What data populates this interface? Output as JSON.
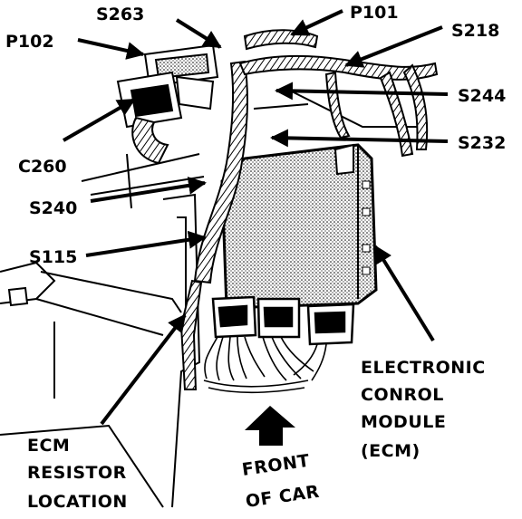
{
  "labels": {
    "s263": "S263",
    "p101": "P101",
    "p102": "P102",
    "s218": "S218",
    "s244": "S244",
    "c260": "C260",
    "s232": "S232",
    "s240": "S240",
    "s115": "S115",
    "ecm_line1": "ECM",
    "ecm_line2": "RESISTOR",
    "ecm_line3": "LOCATION",
    "front_line1": "FRONT",
    "front_line2": "OF CAR",
    "module_line1": "ELECTRONIC",
    "module_line2": "CONROL",
    "module_line3": "MODULE",
    "module_line4": "(ECM)"
  },
  "colors": {
    "ink": "#000000",
    "paper": "#ffffff",
    "shade": "#c8c8c8"
  }
}
